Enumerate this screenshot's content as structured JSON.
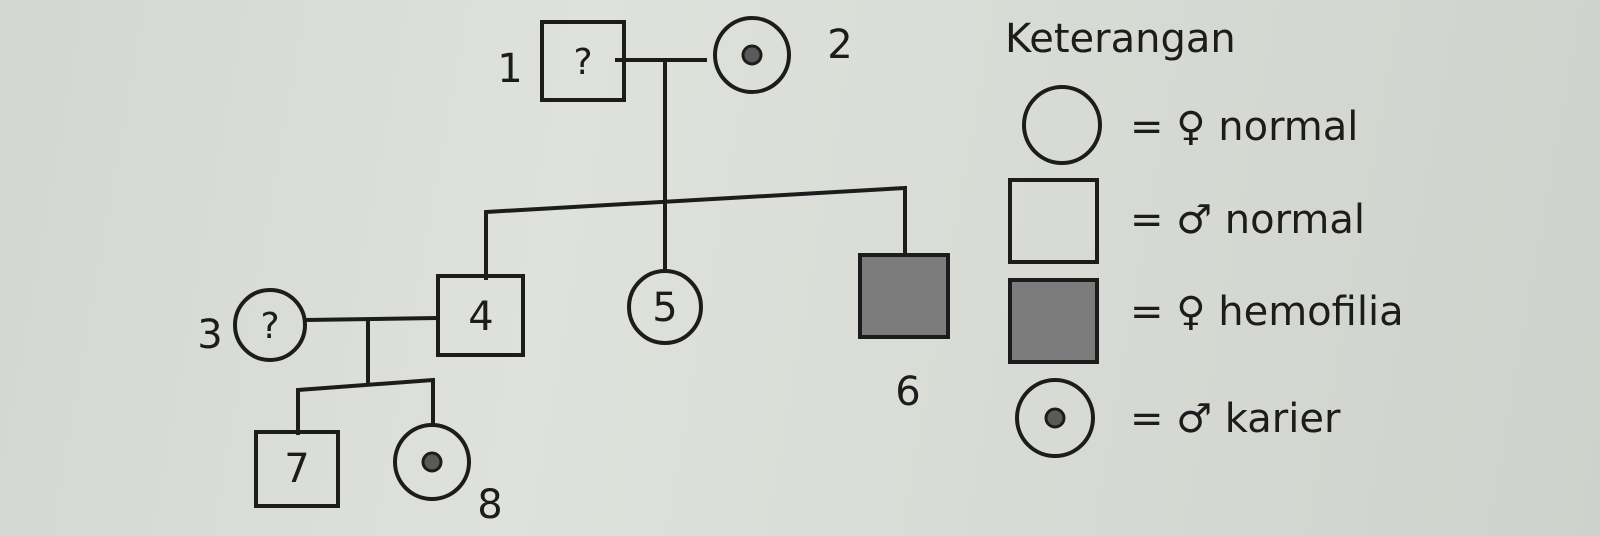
{
  "pedigree": {
    "individuals": [
      {
        "id": "1",
        "sex": "male",
        "status": "unknown",
        "symbol_text": "?"
      },
      {
        "id": "2",
        "sex": "female",
        "status": "carrier"
      },
      {
        "id": "3",
        "sex": "female",
        "status": "unknown",
        "symbol_text": "?"
      },
      {
        "id": "4",
        "sex": "male",
        "status": "normal"
      },
      {
        "id": "5",
        "sex": "female",
        "status": "normal"
      },
      {
        "id": "6",
        "sex": "male",
        "status": "affected"
      },
      {
        "id": "7",
        "sex": "male",
        "status": "normal"
      },
      {
        "id": "8",
        "sex": "female",
        "status": "carrier"
      }
    ],
    "unions": [
      {
        "partners": [
          "1",
          "2"
        ],
        "children": [
          "4",
          "5",
          "6"
        ]
      },
      {
        "partners": [
          "3",
          "4"
        ],
        "children": [
          "7",
          "8"
        ]
      }
    ]
  },
  "legend": {
    "title": "Keterangan",
    "items": [
      {
        "symbol": "circle",
        "text": "= ♀ normal"
      },
      {
        "symbol": "square",
        "text": "= ♂ normal"
      },
      {
        "symbol": "filled-square",
        "text": "= ♀ hemofilia"
      },
      {
        "symbol": "dotted-circle",
        "text": "= ♂ karier"
      }
    ]
  },
  "colors": {
    "ink": "#1c1c1c",
    "affected_fill": "#7c7c7c",
    "carrier_dot": "#5a5a5a",
    "paper": "#d9dbd6"
  }
}
